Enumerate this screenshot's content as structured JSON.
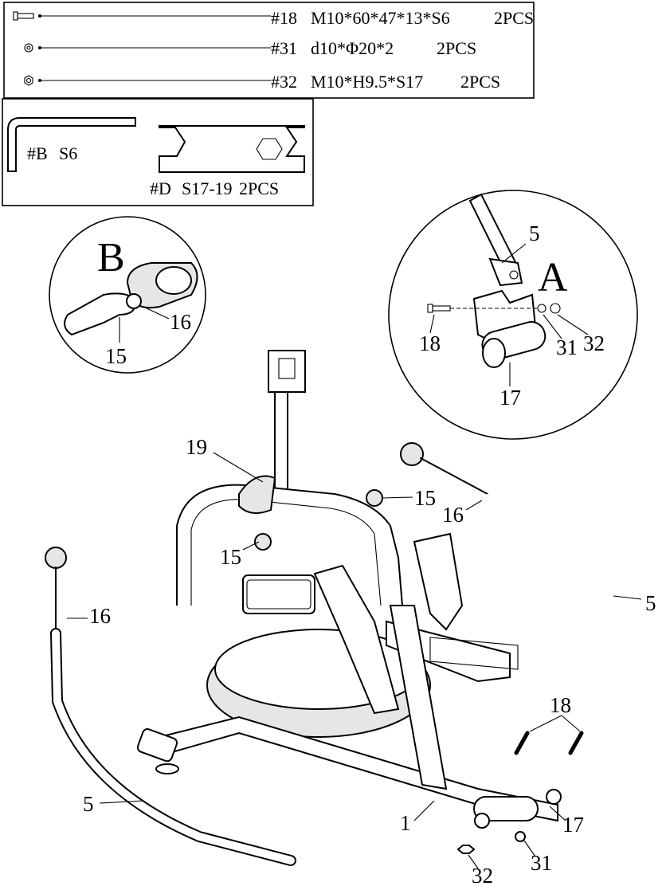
{
  "parts_table": {
    "rows": [
      {
        "code": "#18",
        "spec": "M10*60*47*13*S6",
        "qty": "2PCS"
      },
      {
        "code": "#31",
        "spec": "d10*Φ20*2",
        "qty": "2PCS"
      },
      {
        "code": "#32",
        "spec": "M10*H9.5*S17",
        "qty": "2PCS"
      }
    ]
  },
  "tools_box": {
    "hex_key": {
      "code": "#B",
      "size": "S6"
    },
    "wrench": {
      "code": "#D",
      "size": "S17-19",
      "qty": "2PCS"
    }
  },
  "detail_b": {
    "letter": "B",
    "labels": {
      "hook": "15",
      "clip": "16"
    }
  },
  "detail_a": {
    "letter": "A",
    "labels": {
      "arm": "5",
      "bolt": "18",
      "washer": "31",
      "nut": "32",
      "bracket": "17"
    }
  },
  "main_callouts": {
    "monitor_holder": "19",
    "hook_right": "15",
    "hook_left": "15",
    "clip_right": "16",
    "clip_left": "16",
    "arm_right": "5",
    "arm_left": "5",
    "bolts": "18",
    "frame": "1",
    "bracket": "17",
    "nuts": "32",
    "washers": "31"
  }
}
